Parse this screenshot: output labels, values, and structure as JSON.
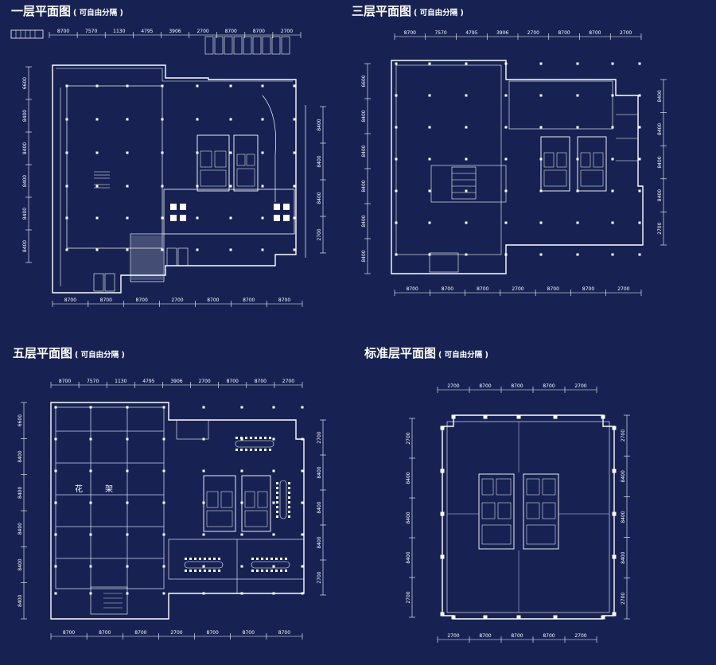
{
  "colors": {
    "background": "#172253",
    "line": "#ffffff",
    "grid": "#c8d0ee"
  },
  "plans": {
    "floor1": {
      "title": "一层平面图",
      "subtitle": "( 可自由分隔 )",
      "top_dims": [
        "8700",
        "7570",
        "1130",
        "4795",
        "3906",
        "2700",
        "8700",
        "8700",
        "2700"
      ],
      "bottom_dims": [
        "8700",
        "8700",
        "8700",
        "2700",
        "8700",
        "8700",
        "8700"
      ],
      "left_dims": [
        "6600",
        "8400",
        "8400",
        "8400",
        "8400",
        "8400"
      ],
      "right_dims": [
        "8400",
        "8400",
        "8400",
        "2700"
      ]
    },
    "floor3": {
      "title": "三层平面图",
      "subtitle": "( 可自由分隔 )",
      "top_dims": [
        "8700",
        "7570",
        "4795",
        "3906",
        "2700",
        "8700",
        "8700",
        "2700"
      ],
      "bottom_dims": [
        "8700",
        "8700",
        "8700",
        "2700",
        "8700",
        "8700",
        "2700"
      ],
      "left_dims": [
        "6600",
        "8400",
        "8400",
        "8400",
        "8400",
        "8400"
      ],
      "right_dims": [
        "8400",
        "8400",
        "8400",
        "8400",
        "2700"
      ]
    },
    "floor5": {
      "title": "五层平面图",
      "subtitle": "( 可自由分隔 )",
      "top_dims": [
        "8700",
        "7570",
        "1130",
        "4795",
        "3906",
        "2700",
        "8700",
        "8700",
        "2700"
      ],
      "bottom_dims": [
        "8700",
        "8700",
        "8700",
        "2700",
        "8700",
        "8700",
        "8700"
      ],
      "left_dims": [
        "6600",
        "8400",
        "8400",
        "8400",
        "8400",
        "8400"
      ],
      "right_dims": [
        "2700",
        "8400",
        "8400",
        "8400",
        "2700"
      ],
      "label_flower_1": "花",
      "label_flower_2": "架"
    },
    "standard": {
      "title": "标准层平面图",
      "subtitle": "( 可自由分隔 )",
      "top_dims": [
        "2700",
        "8700",
        "8700",
        "8700",
        "2700"
      ],
      "bottom_dims": [
        "2700",
        "8700",
        "8700",
        "8700",
        "2700"
      ],
      "left_dims": [
        "2700",
        "8400",
        "8400",
        "8400",
        "2700"
      ],
      "right_dims": [
        "2700",
        "8400",
        "8400",
        "8400",
        "2700"
      ]
    }
  }
}
